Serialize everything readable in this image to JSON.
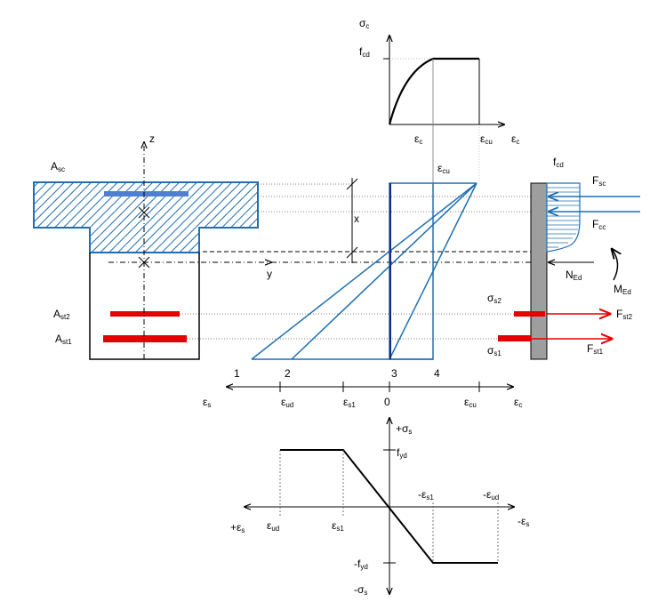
{
  "section": {
    "label_asc": {
      "main": "A",
      "sub": "sc"
    },
    "label_ast2": {
      "main": "A",
      "sub": "st2"
    },
    "label_ast1": {
      "main": "A",
      "sub": "st1"
    },
    "axis_z": "z",
    "axis_y": "y"
  },
  "strain": {
    "x_label": "x",
    "ecu_top": {
      "main": "ε",
      "sub": "cu"
    },
    "pivots": [
      "1",
      "2",
      "3",
      "4"
    ],
    "axis_es": {
      "main": "ε",
      "sub": "s"
    },
    "axis_ec": {
      "main": "ε",
      "sub": "c"
    },
    "tick_eud": {
      "main": "ε",
      "sub": "ud"
    },
    "tick_es1": {
      "main": "ε",
      "sub": "s1"
    },
    "tick_zero": "0",
    "tick_ecu": {
      "main": "ε",
      "sub": "cu"
    }
  },
  "concrete_law": {
    "axis_sigma": {
      "main": "σ",
      "sub": "c"
    },
    "fcd": {
      "main": "f",
      "sub": "cd"
    },
    "ec": {
      "main": "ε",
      "sub": "c"
    },
    "ecu": {
      "main": "ε",
      "sub": "cu"
    },
    "axis_e": {
      "main": "ε",
      "sub": "c"
    }
  },
  "forces": {
    "fcd": {
      "main": "f",
      "sub": "cd"
    },
    "fsc": {
      "main": "F",
      "sub": "sc"
    },
    "fcc": {
      "main": "F",
      "sub": "cc"
    },
    "ned": {
      "main": "N",
      "sub": "Ed"
    },
    "med": {
      "main": "M",
      "sub": "Ed"
    },
    "ss2": {
      "main": "σ",
      "sub": "s2"
    },
    "ss1": {
      "main": "σ",
      "sub": "s1"
    },
    "fst2": {
      "main": "F",
      "sub": "st2"
    },
    "fst1": {
      "main": "F",
      "sub": "st1"
    }
  },
  "steel_law": {
    "pos_sigma": {
      "main": "+σ",
      "sub": "s"
    },
    "neg_sigma": {
      "main": "-σ",
      "sub": "s"
    },
    "fyd": {
      "main": "f",
      "sub": "yd"
    },
    "neg_fyd": {
      "main": "-f",
      "sub": "yd"
    },
    "pos_eps": {
      "main": "+ε",
      "sub": "s"
    },
    "neg_eps": {
      "main": "-ε",
      "sub": "s"
    },
    "eud": {
      "main": "ε",
      "sub": "ud"
    },
    "es1": {
      "main": "ε",
      "sub": "s1"
    },
    "neg_es1": {
      "main": "-ε",
      "sub": "s1"
    },
    "neg_eud": {
      "main": "-ε",
      "sub": "ud"
    }
  },
  "colors": {
    "section_blue": "#1f6fb2",
    "rebar_red": "#e60000",
    "rebar_compression": "#4f7fd0",
    "stress_fill": "#9e9e9e"
  }
}
